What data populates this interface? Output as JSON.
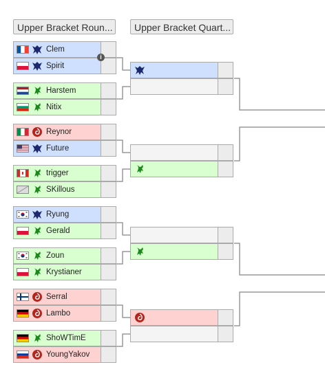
{
  "headers": [
    "Upper Bracket Roun...",
    "Upper Bracket Quart..."
  ],
  "round1": [
    [
      {
        "name": "Clem",
        "flag": "fr",
        "race": "terran"
      },
      {
        "name": "Spirit",
        "flag": "pl",
        "race": "terran"
      }
    ],
    [
      {
        "name": "Harstem",
        "flag": "nl",
        "race": "protoss"
      },
      {
        "name": "Nitix",
        "flag": "bg",
        "race": "protoss"
      }
    ],
    [
      {
        "name": "Reynor",
        "flag": "it",
        "race": "zerg"
      },
      {
        "name": "Future",
        "flag": "us",
        "race": "terran"
      }
    ],
    [
      {
        "name": "trigger",
        "flag": "ca",
        "race": "protoss"
      },
      {
        "name": "SKillous",
        "flag": "unknown",
        "race": "protoss"
      }
    ],
    [
      {
        "name": "Ryung",
        "flag": "kr",
        "race": "terran"
      },
      {
        "name": "Gerald",
        "flag": "pl",
        "race": "protoss"
      }
    ],
    [
      {
        "name": "Zoun",
        "flag": "kr",
        "race": "protoss"
      },
      {
        "name": "Krystianer",
        "flag": "pl",
        "race": "protoss"
      }
    ],
    [
      {
        "name": "Serral",
        "flag": "fi",
        "race": "zerg"
      },
      {
        "name": "Lambo",
        "flag": "de",
        "race": "zerg"
      }
    ],
    [
      {
        "name": "ShoWTimE",
        "flag": "de",
        "race": "protoss"
      },
      {
        "name": "YoungYakov",
        "flag": "ru",
        "race": "zerg"
      }
    ]
  ],
  "round2": [
    [
      {
        "race": "terran"
      },
      {
        "race": ""
      }
    ],
    [
      {
        "race": ""
      },
      {
        "race": "protoss"
      }
    ],
    [
      {
        "race": ""
      },
      {
        "race": "protoss"
      }
    ],
    [
      {
        "race": "zerg"
      },
      {
        "race": ""
      }
    ]
  ],
  "colors": {
    "terran": "#cfe0ff",
    "protoss": "#d9ffd0",
    "zerg": "#ffd2d2",
    "empty": "#f4f4f4",
    "line": "#999999"
  },
  "icons": {
    "terran": "terran-icon",
    "protoss": "protoss-icon",
    "zerg": "zerg-icon",
    "info": "info-icon"
  },
  "info_glyph": "i"
}
